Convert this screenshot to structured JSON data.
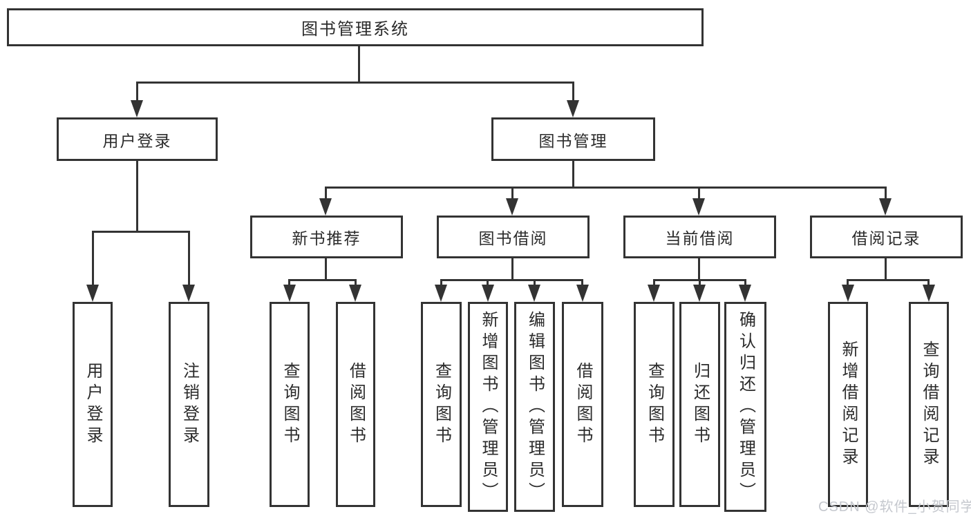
{
  "colors": {
    "line": "#333333",
    "text": "#2b2b2b",
    "watermark": "#c5c8ce",
    "bg": "#ffffff"
  },
  "watermark": "CSDN @软件_小贺同学",
  "icons": {
    "connector_arrow": "arrow-down"
  },
  "tree": {
    "label": "图书管理系统",
    "children": [
      {
        "label": "用户登录",
        "children": [
          {
            "label": "用户登录"
          },
          {
            "label": "注销登录"
          }
        ]
      },
      {
        "label": "图书管理",
        "children": [
          {
            "label": "新书推荐",
            "children": [
              {
                "label": "查询图书"
              },
              {
                "label": "借阅图书"
              }
            ]
          },
          {
            "label": "图书借阅",
            "children": [
              {
                "label": "查询图书"
              },
              {
                "label": "新增图书（管理员）"
              },
              {
                "label": "编辑图书（管理员）"
              },
              {
                "label": "借阅图书"
              }
            ]
          },
          {
            "label": "当前借阅",
            "children": [
              {
                "label": "查询图书"
              },
              {
                "label": "归还图书"
              },
              {
                "label": "确认归还（管理员）"
              }
            ]
          },
          {
            "label": "借阅记录",
            "children": [
              {
                "label": "新增借阅记录"
              },
              {
                "label": "查询借阅记录"
              }
            ]
          }
        ]
      }
    ]
  }
}
